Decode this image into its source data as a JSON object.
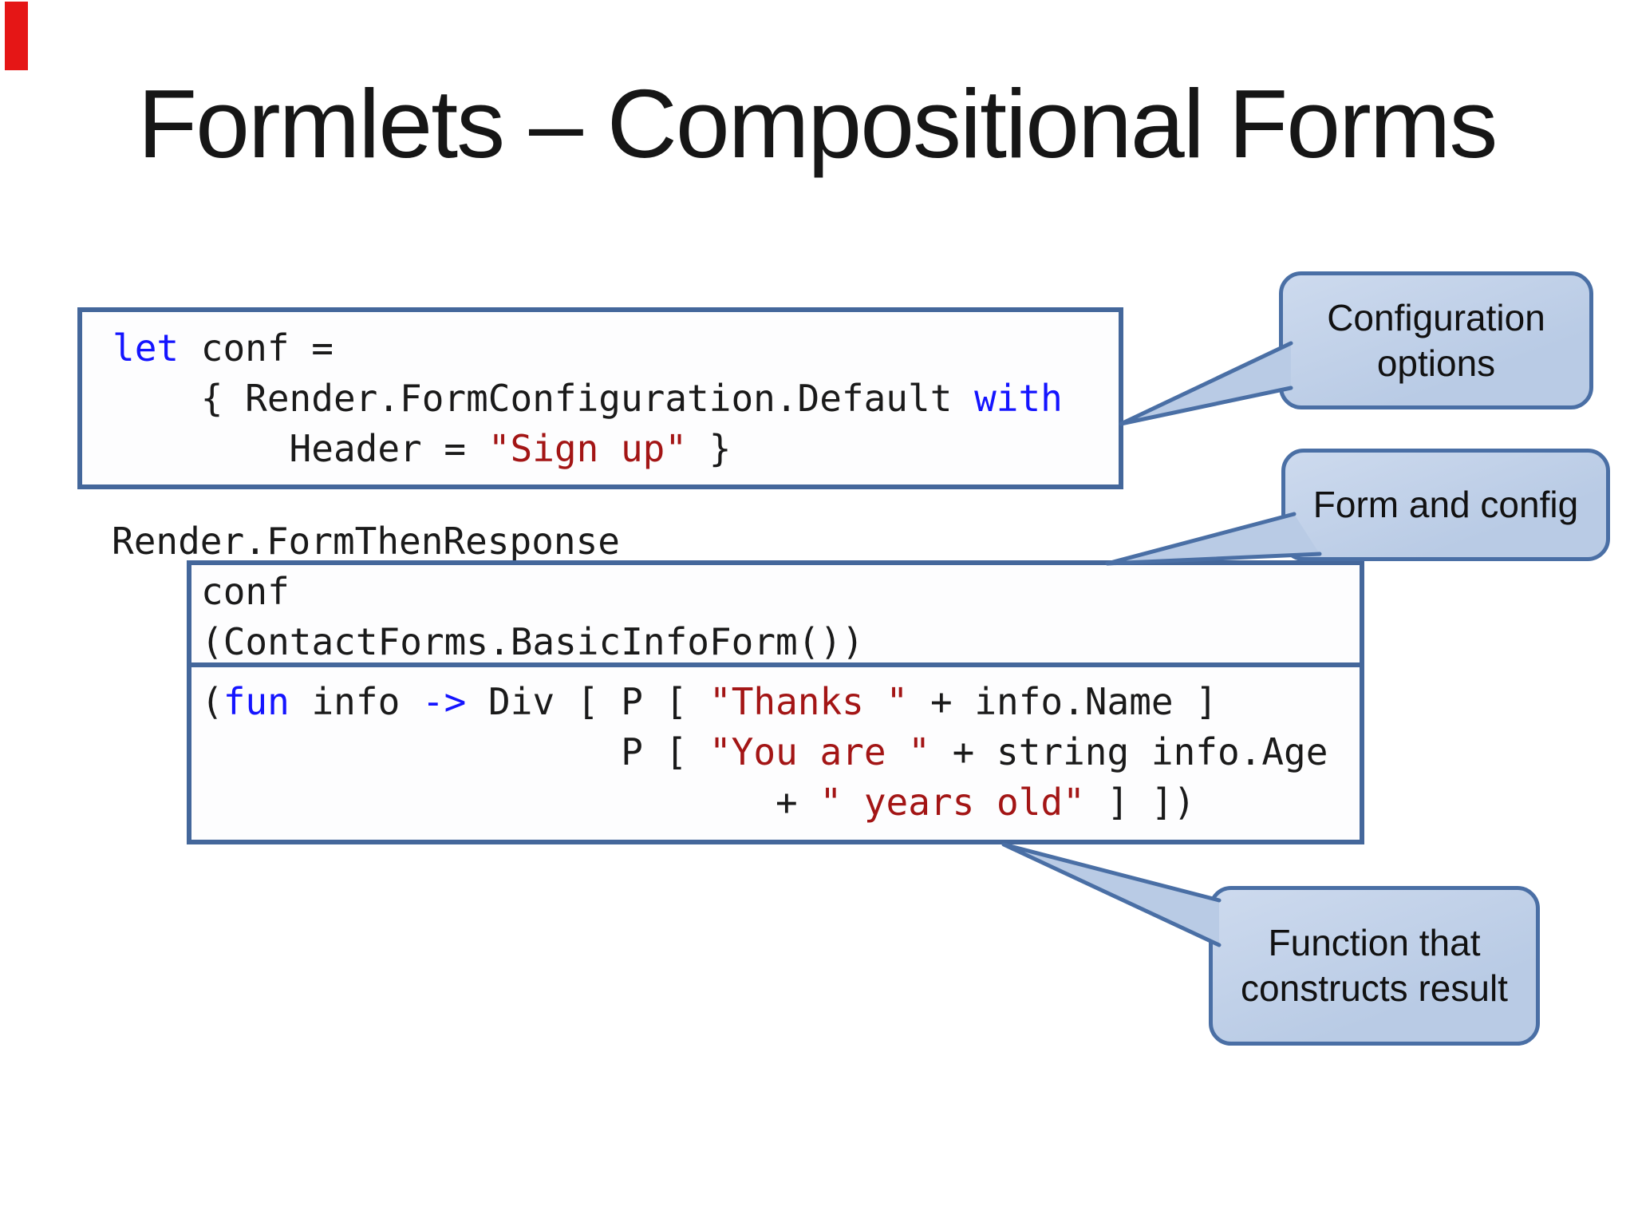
{
  "slide": {
    "title": "Formlets – Compositional Forms"
  },
  "colors": {
    "kw": "#1414ff",
    "str": "#a31515",
    "code": "#1a1a1a",
    "boxBorder": "#44679b",
    "calloutBorder": "#4a6fa5",
    "calloutFill": "#b9cbe5",
    "calloutFillLight": "#cddaee",
    "redBar": "#e51616",
    "titleColor": "#161616"
  },
  "code_block_config": {
    "lines": [
      [
        {
          "t": "let",
          "c": "kw"
        },
        {
          "t": " conf =",
          "c": "pl"
        }
      ],
      [
        {
          "t": "    { Render.FormConfiguration.Default ",
          "c": "pl"
        },
        {
          "t": "with",
          "c": "kw"
        }
      ],
      [
        {
          "t": "        Header = ",
          "c": "pl"
        },
        {
          "t": "\"Sign up\"",
          "c": "str"
        },
        {
          "t": " }",
          "c": "pl"
        }
      ]
    ]
  },
  "free_code_label": "Render.FormThenResponse",
  "code_block_form": {
    "lines": [
      [
        {
          "t": "conf",
          "c": "pl"
        }
      ],
      [
        {
          "t": "(ContactForms.BasicInfoForm())",
          "c": "pl"
        }
      ]
    ]
  },
  "code_block_function": {
    "lines": [
      [
        {
          "t": "(",
          "c": "pl"
        },
        {
          "t": "fun",
          "c": "kw"
        },
        {
          "t": " info ",
          "c": "pl"
        },
        {
          "t": "->",
          "c": "kw"
        },
        {
          "t": " Div [ P [ ",
          "c": "pl"
        },
        {
          "t": "\"Thanks \"",
          "c": "str"
        },
        {
          "t": " + info.Name ]",
          "c": "pl"
        }
      ],
      [
        {
          "t": "                   P [ ",
          "c": "pl"
        },
        {
          "t": "\"You are \"",
          "c": "str"
        },
        {
          "t": " + string info.Age",
          "c": "pl"
        }
      ],
      [
        {
          "t": "                          + ",
          "c": "pl"
        },
        {
          "t": "\" years old\"",
          "c": "str"
        },
        {
          "t": " ] ])",
          "c": "pl"
        }
      ]
    ]
  },
  "callouts": {
    "configuration": "Configuration options",
    "form_and_config": "Form and config",
    "function_result": "Function that constructs result"
  }
}
